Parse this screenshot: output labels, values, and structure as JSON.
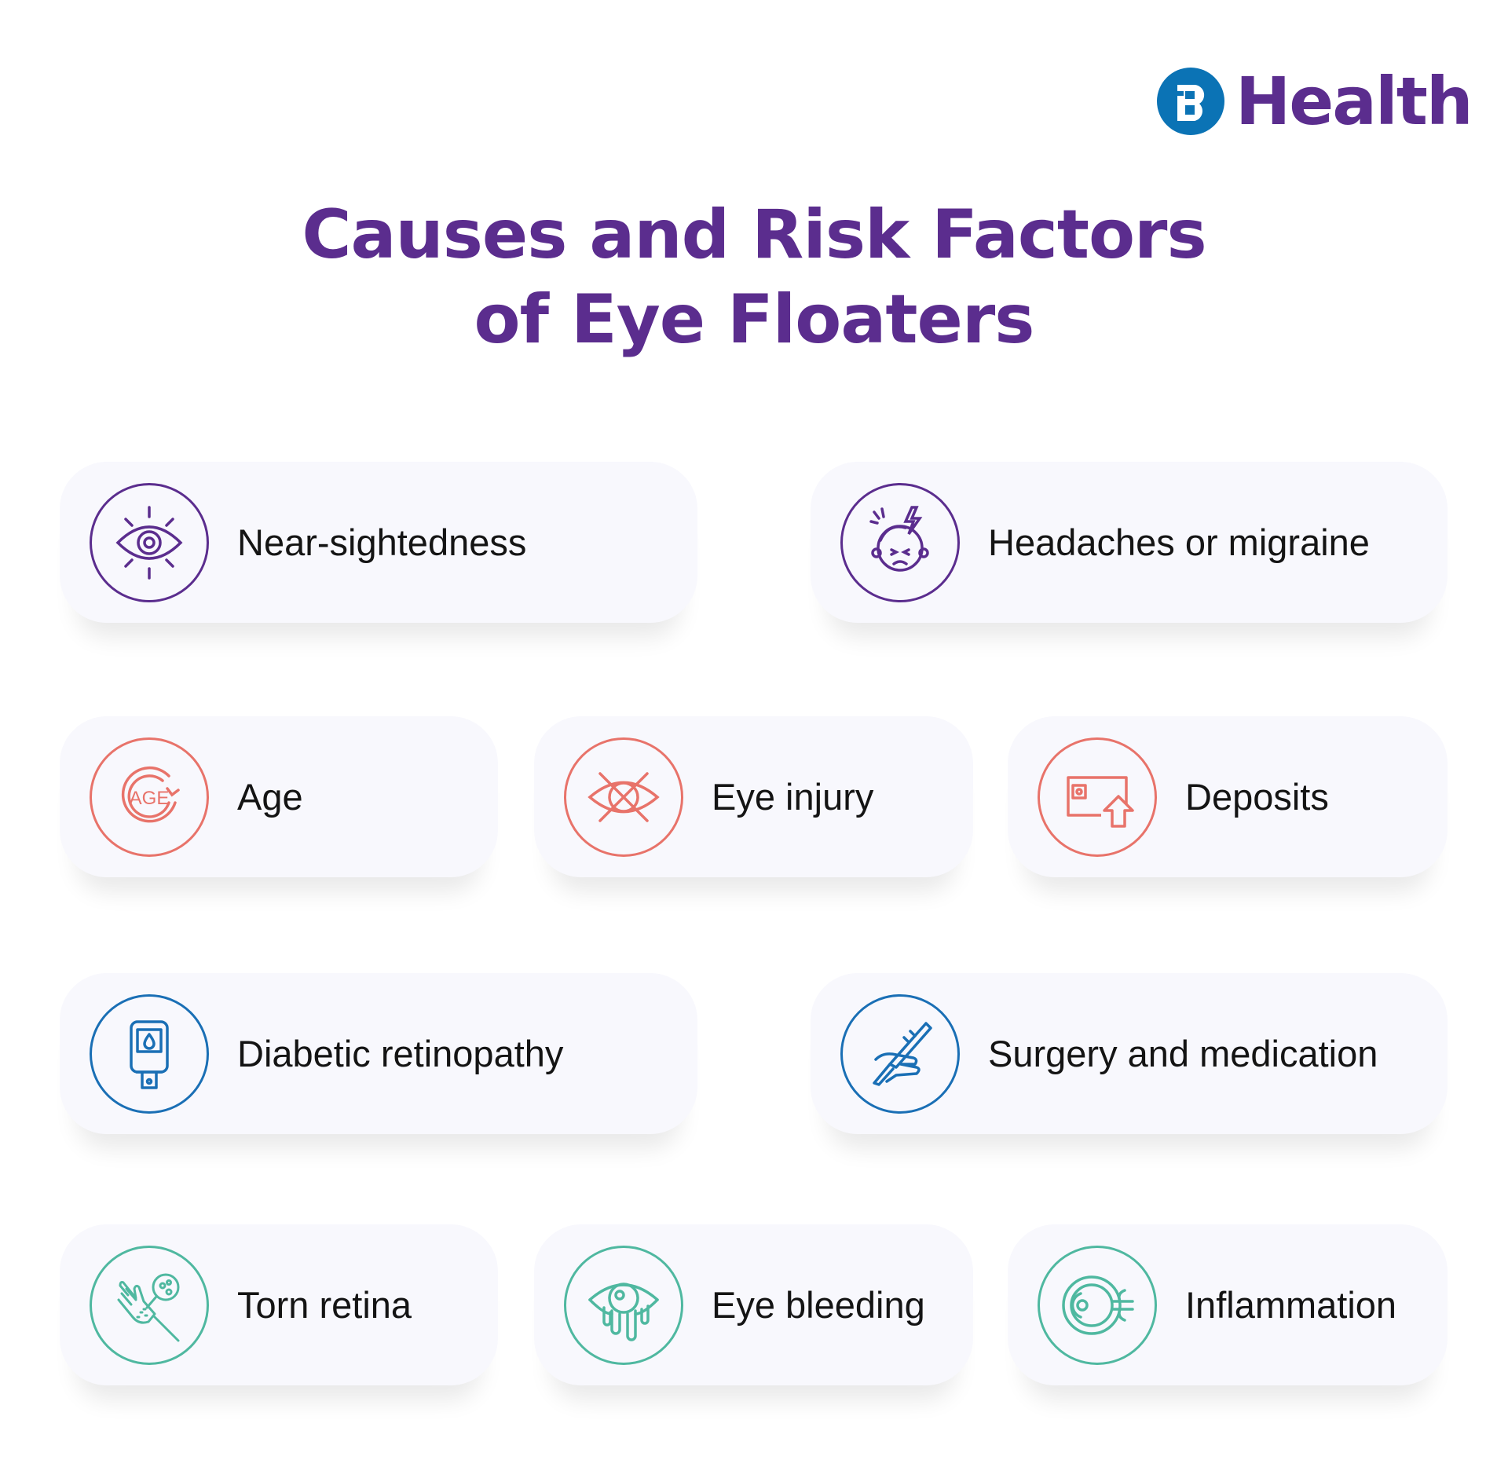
{
  "brand": {
    "logo_text": "Health",
    "logo_mark": "B"
  },
  "title": {
    "line1": "Causes and Risk Factors",
    "line2": "of Eye Floaters"
  },
  "colors": {
    "title": "#5b2d8e",
    "purple": "#5b2d8e",
    "coral": "#e8736a",
    "blue": "#1a6fb5",
    "teal": "#4fb8a0",
    "logo_blue": "#0b73b5"
  },
  "items": [
    {
      "label": "Near-sightedness",
      "icon": "eye-icon"
    },
    {
      "label": "Headaches or migraine",
      "icon": "headache-icon"
    },
    {
      "label": "Age",
      "icon": "age-icon"
    },
    {
      "label": "Eye injury",
      "icon": "crossed-eye-icon"
    },
    {
      "label": "Deposits",
      "icon": "deposit-icon"
    },
    {
      "label": "Diabetic retinopathy",
      "icon": "glucose-meter-icon"
    },
    {
      "label": "Surgery and medication",
      "icon": "scalpel-hand-icon"
    },
    {
      "label": "Torn retina",
      "icon": "hand-magnifier-icon"
    },
    {
      "label": "Eye bleeding",
      "icon": "bleeding-eye-icon"
    },
    {
      "label": "Inflammation",
      "icon": "eyeball-icon"
    }
  ]
}
